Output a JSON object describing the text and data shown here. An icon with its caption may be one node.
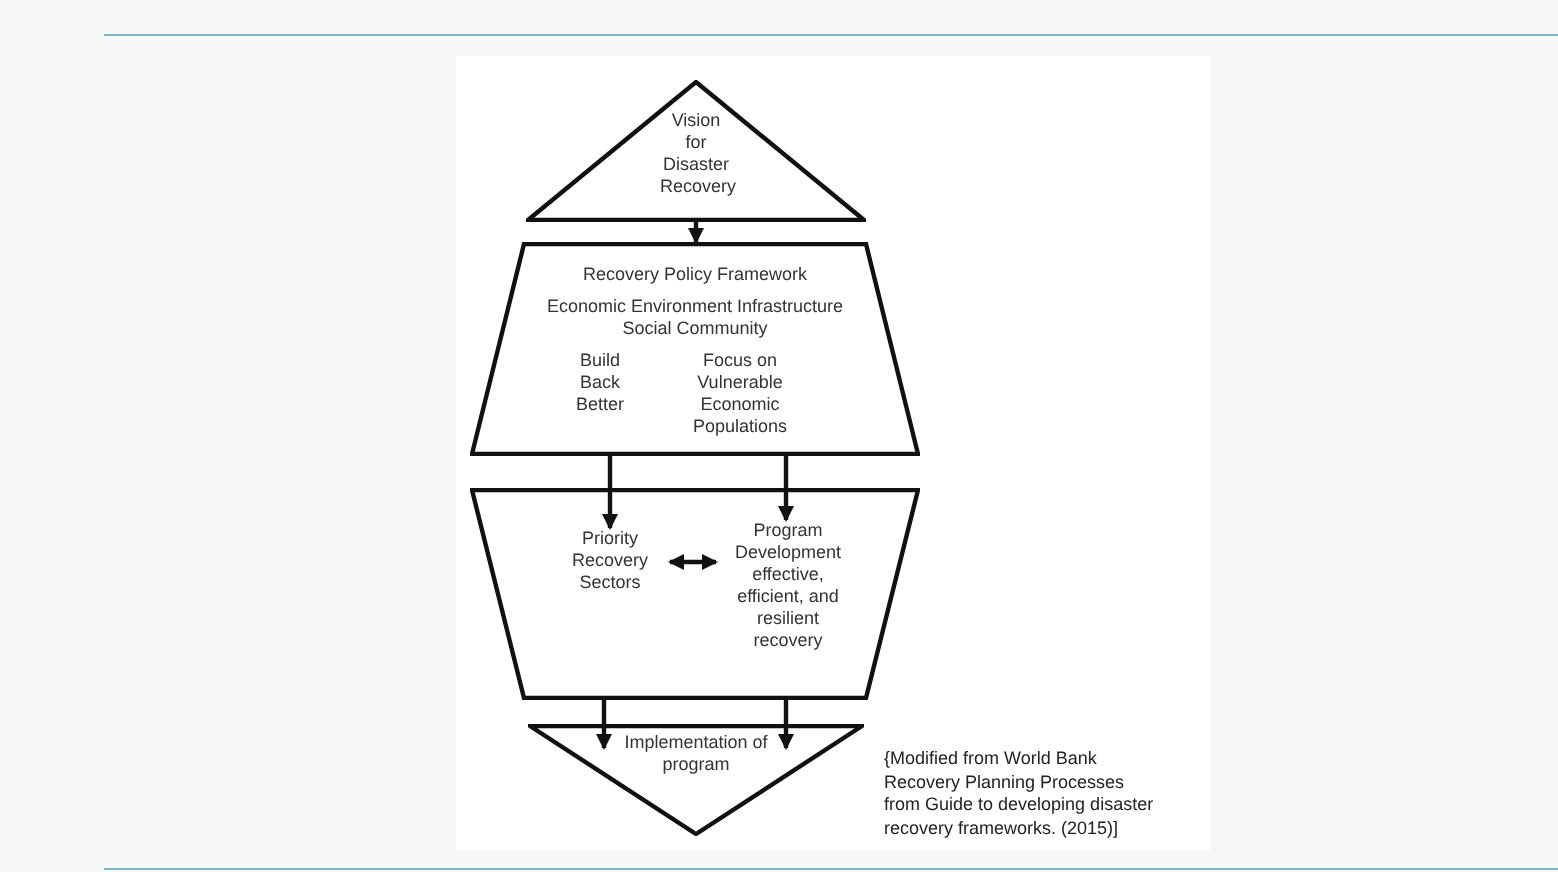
{
  "diagram": {
    "nodes": [
      {
        "text": [
          "Vision for Disaster Recovery"
        ]
      },
      {
        "text": [
          "Recovery Policy Framework",
          "Economic Environment Infrastructure Social Community",
          "Build Back Better",
          "Focus on Vulnerable Economic Populations"
        ]
      },
      {
        "text": [],
        "shape": "trapezoid"
      },
      {
        "text": [
          "Priority Recovery Sectors"
        ],
        "in": 2
      },
      {
        "text": [
          "Program Development effective, efficient, and resilient recovery"
        ],
        "in": 2
      },
      {
        "text": [
          "Implementation of program"
        ]
      }
    ],
    "edges": [
      {
        "from": 0,
        "to": 1,
        "arrow": "to"
      },
      {
        "from": 1,
        "to": 3,
        "arrow": "to"
      },
      {
        "from": 1,
        "to": 4,
        "arrow": "to"
      },
      {
        "from": 3,
        "to": 4,
        "arrow": "both"
      },
      {
        "from": 2,
        "to": 5,
        "arrow": "to"
      },
      {
        "from": 2,
        "to": 5,
        "arrow": "to"
      }
    ],
    "labels": [
      "{Modified from World Bank Recovery Planning Processes from Guide to developing disaster recovery frameworks. (2015)]"
    ]
  }
}
